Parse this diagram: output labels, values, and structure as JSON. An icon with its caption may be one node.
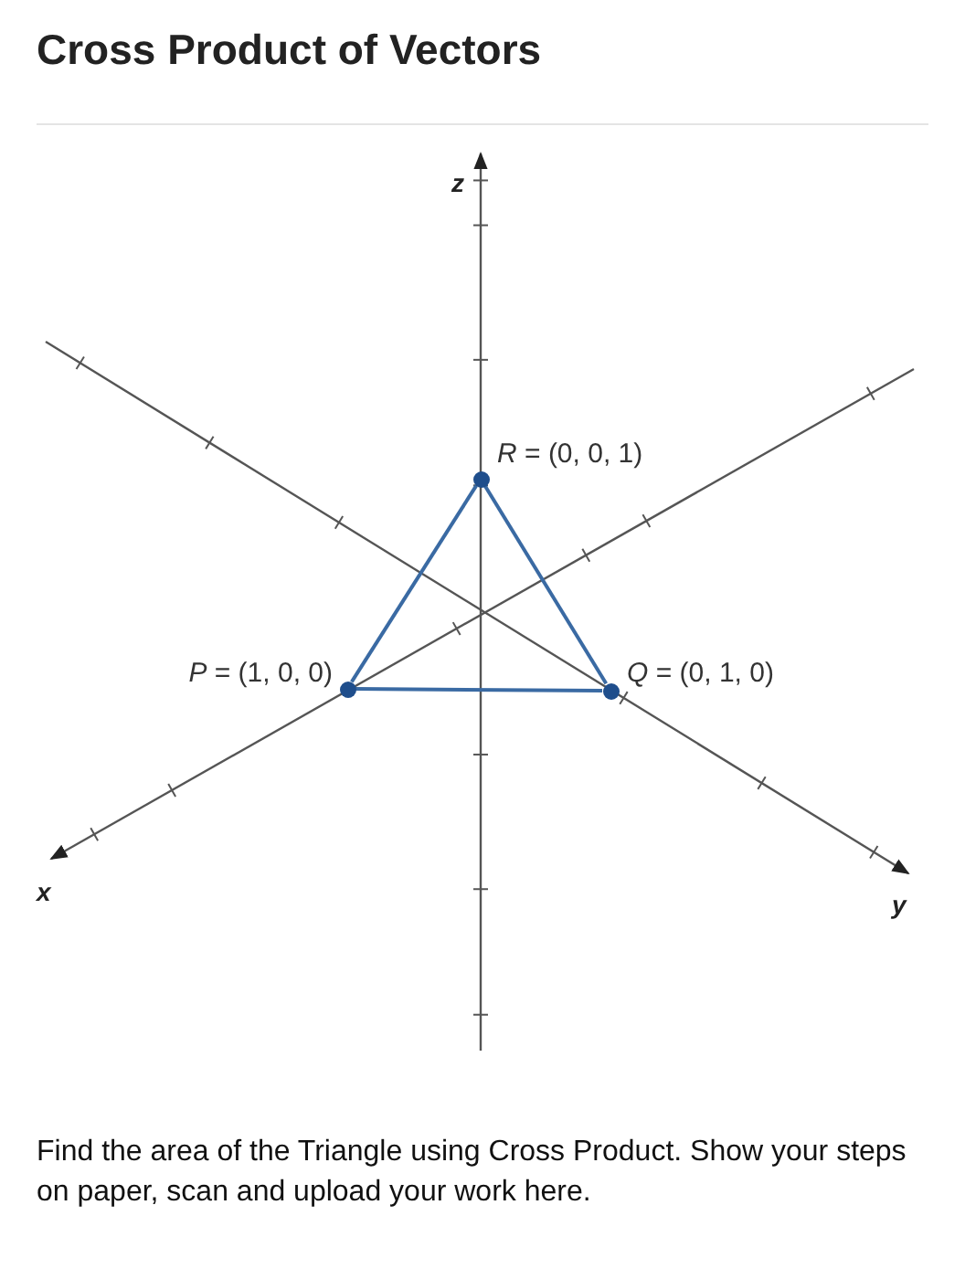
{
  "diagram": {
    "title": "Cross Product of Vectors",
    "caption": "Find the area of the Triangle using Cross Product.  Show your steps on paper, scan and upload your work here.",
    "nodes": [
      {
        "text": [],
        "shape": "circle",
        "beside": [
          "*R* = (0, 0, 1)"
        ]
      },
      {
        "text": [],
        "shape": "circle",
        "beside": [
          "*P* = (1, 0, 0)"
        ]
      },
      {
        "text": [],
        "shape": "circle",
        "beside": [
          "*Q* = (0, 1, 0)"
        ]
      }
    ],
    "edges": [
      {
        "from": 0,
        "to": 1,
        "arrow": "none"
      },
      {
        "from": 1,
        "to": 2,
        "arrow": "none"
      },
      {
        "from": 2,
        "to": 0,
        "arrow": "none"
      }
    ],
    "labels": [
      "z",
      "x",
      "y"
    ]
  }
}
